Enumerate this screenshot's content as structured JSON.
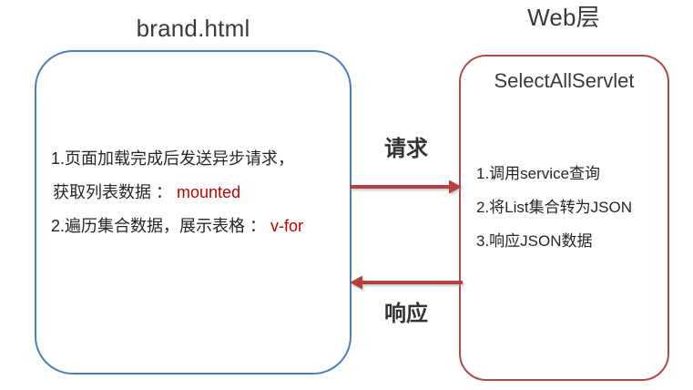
{
  "diagram": {
    "type": "sequence-flow",
    "background_color": "#ffffff",
    "client": {
      "title": "brand.html",
      "border_color": "#4a7ebb",
      "lines": [
        {
          "text": "1.页面加载完成后发送异步请求，",
          "keyword": ""
        },
        {
          "text": "获取列表数据 ：",
          "keyword": "mounted"
        },
        {
          "text": "2.遍历集合数据，展示表格 ：",
          "keyword": "v-for"
        }
      ]
    },
    "server": {
      "title": "Web层",
      "heading": "SelectAllServlet",
      "border_color": "#b04a44",
      "lines": [
        "1.调用service查询",
        "2.将List集合转为JSON",
        "3.响应JSON数据"
      ]
    },
    "arrows": [
      {
        "label": "请求",
        "direction": "right",
        "color": "#b5413f"
      },
      {
        "label": "响应",
        "direction": "left",
        "color": "#b5413f"
      }
    ],
    "keyword_color": "#c00000",
    "text_color": "#262626"
  }
}
